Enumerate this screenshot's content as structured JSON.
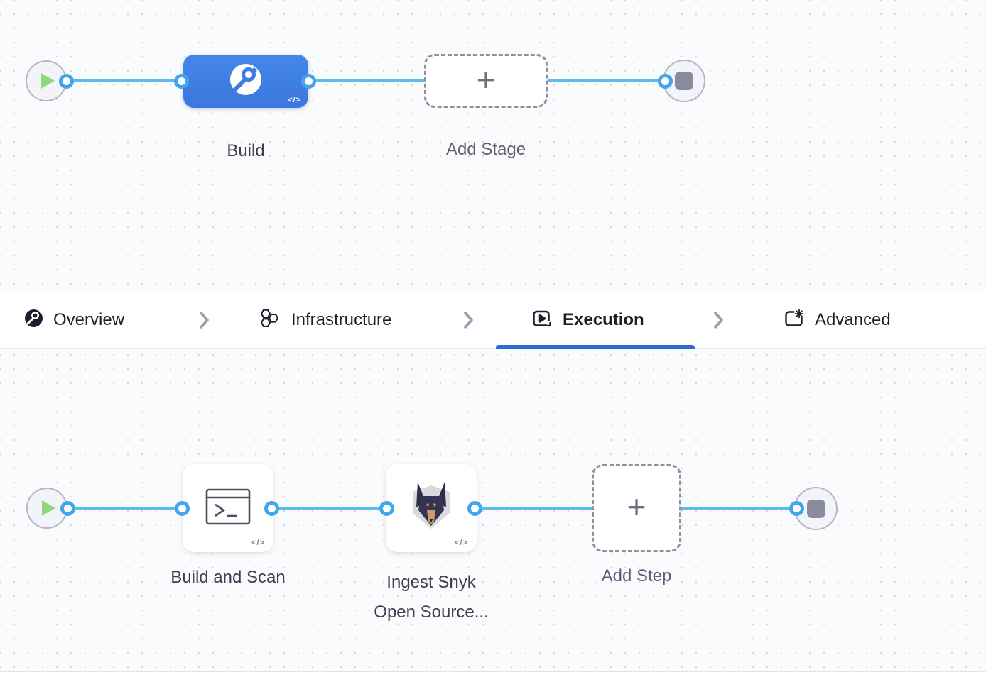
{
  "colors": {
    "stage_blue": "#3d7de2",
    "connector_blue": "#5cbaec",
    "active_tab_underline": "#2e6bd1",
    "play_green": "#8ed87b",
    "stop_gray": "#8b8ba0"
  },
  "stage_canvas": {
    "stage_build": {
      "label": "Build",
      "icon": "ci-build-icon",
      "code_badge": "</>"
    },
    "add_stage": {
      "label": "Add Stage",
      "plus": "+"
    }
  },
  "tab_bar": {
    "active_tab": "Execution",
    "tabs": [
      {
        "label": "Overview",
        "icon": "pipeline-overview-icon"
      },
      {
        "label": "Infrastructure",
        "icon": "infrastructure-icon"
      },
      {
        "label": "Execution",
        "icon": "execution-icon"
      },
      {
        "label": "Advanced",
        "icon": "advanced-icon"
      }
    ]
  },
  "execution_canvas": {
    "step_build_and_scan": {
      "label": "Build and Scan",
      "icon": "terminal-icon",
      "code_badge": "</>"
    },
    "step_ingest_snyk": {
      "label_line1": "Ingest Snyk",
      "label_line2": "Open Source...",
      "icon": "snyk-doberman-icon",
      "code_badge": "</>"
    },
    "add_step": {
      "label": "Add Step",
      "plus": "+"
    }
  }
}
